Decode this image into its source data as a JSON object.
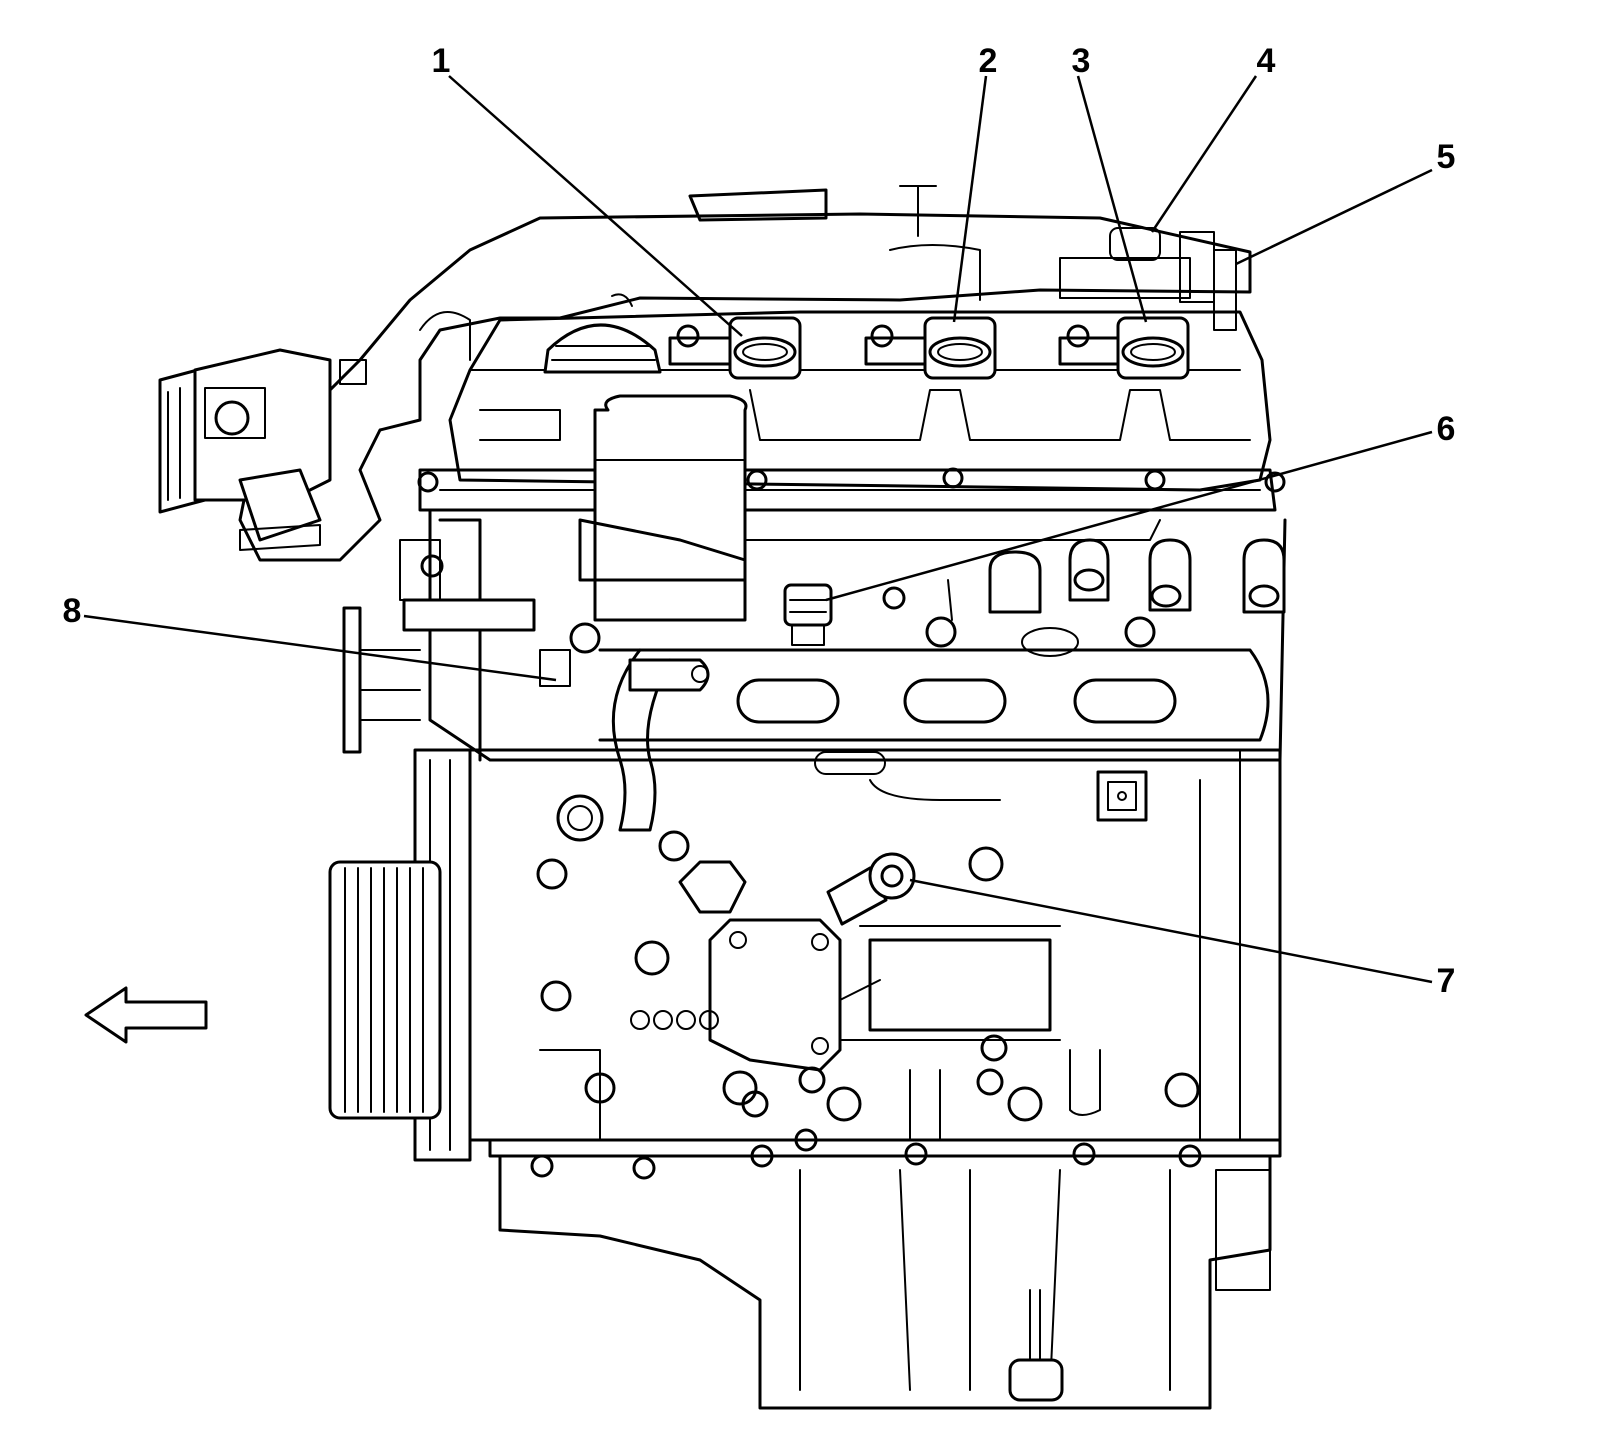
{
  "callouts": [
    {
      "id": "1",
      "label": "1"
    },
    {
      "id": "2",
      "label": "2"
    },
    {
      "id": "3",
      "label": "3"
    },
    {
      "id": "4",
      "label": "4"
    },
    {
      "id": "5",
      "label": "5"
    },
    {
      "id": "6",
      "label": "6"
    },
    {
      "id": "7",
      "label": "7"
    },
    {
      "id": "8",
      "label": "8"
    }
  ],
  "icons": {
    "direction_arrow": "left-arrow-icon"
  },
  "colors": {
    "line": "#000000",
    "background": "#ffffff"
  }
}
